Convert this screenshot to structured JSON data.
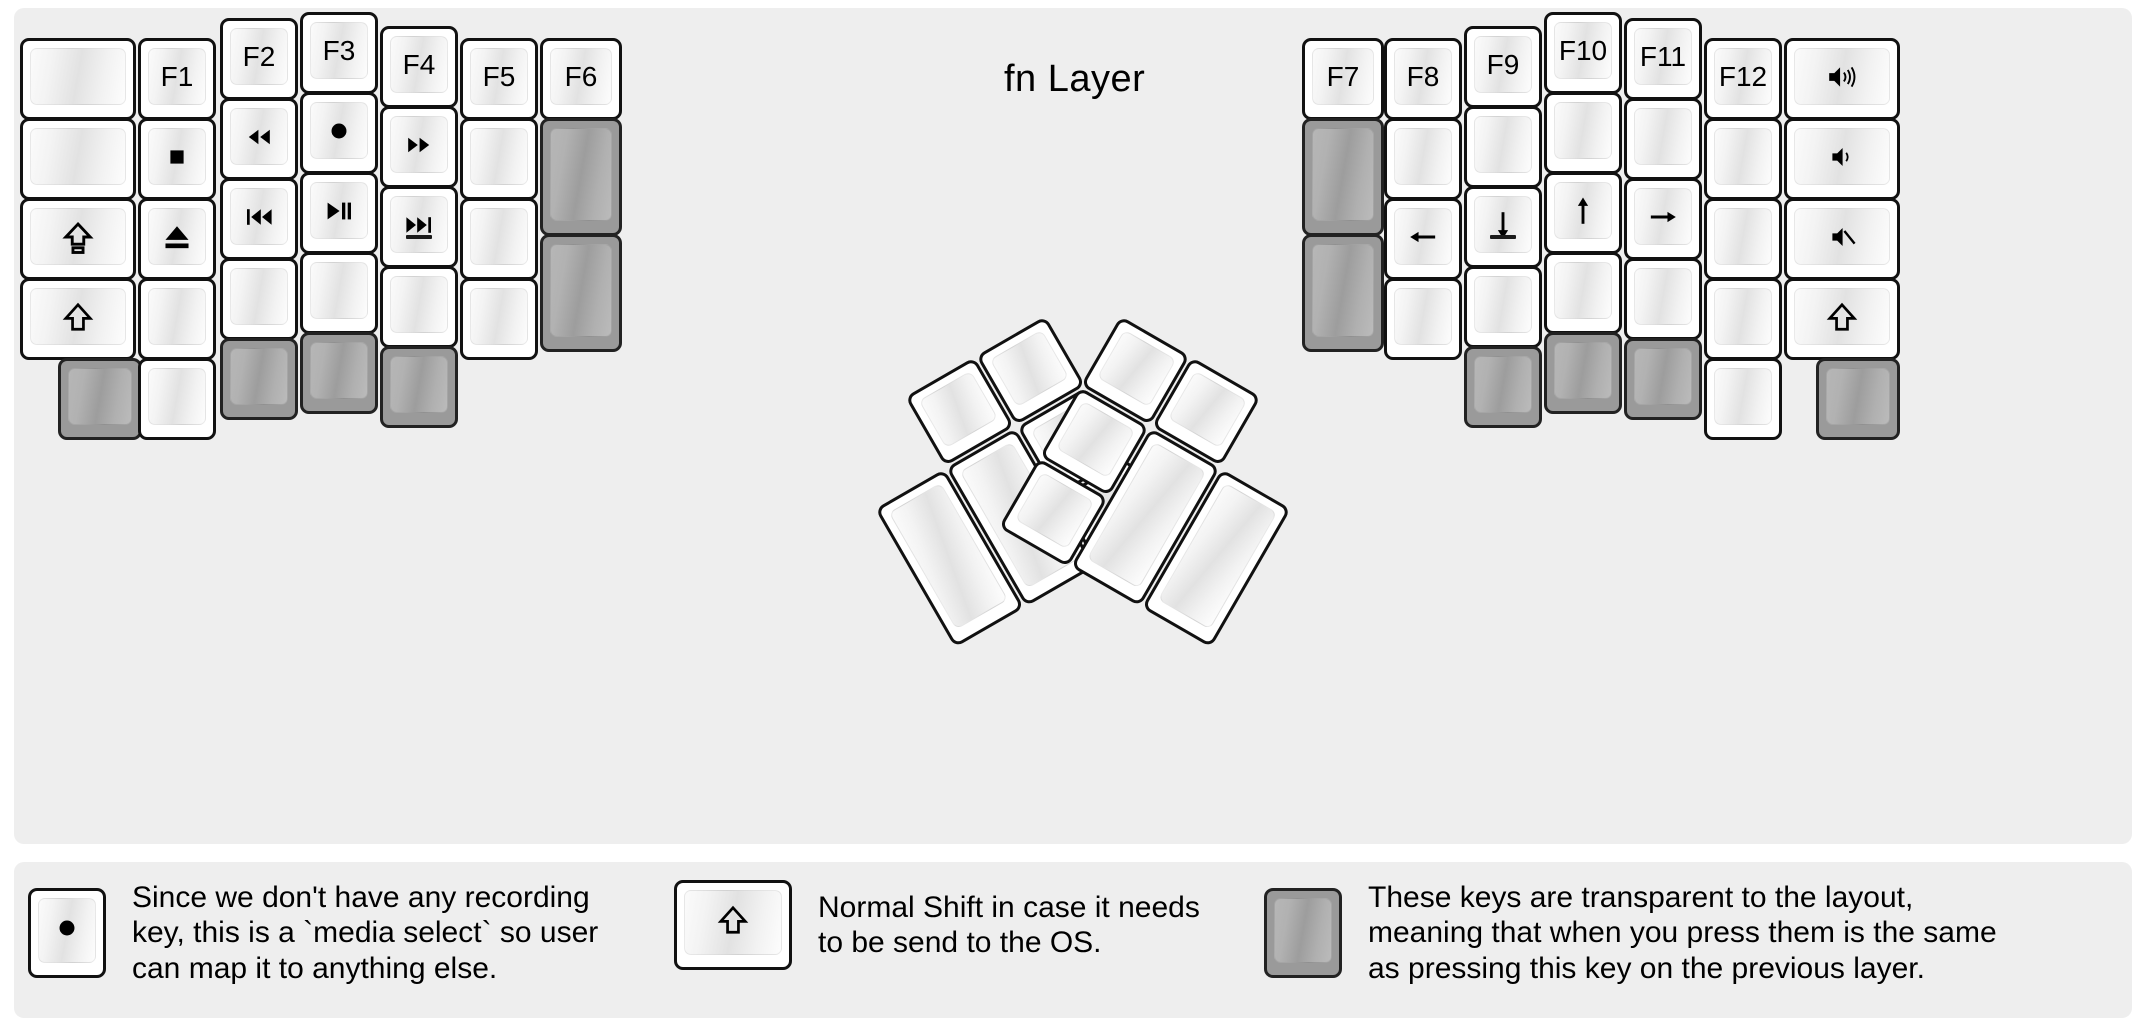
{
  "title": "fn Layer",
  "colors": {
    "background": "#eeeeee",
    "key_face": "#ffffff",
    "key_border": "#111111",
    "transparent_key": "#9a9a9a",
    "glyph": "#000000"
  },
  "left_half": {
    "columns": [
      {
        "name": "pinky-outer",
        "keys": [
          {
            "label": "",
            "icon": "",
            "type": "normal",
            "w": 116,
            "h": 82
          },
          {
            "label": "",
            "icon": "",
            "type": "normal",
            "w": 116,
            "h": 82
          },
          {
            "label": "",
            "icon": "caps-lock-icon",
            "type": "normal",
            "w": 116,
            "h": 82
          },
          {
            "label": "",
            "icon": "shift-icon",
            "type": "normal",
            "w": 116,
            "h": 82
          },
          {
            "label": "",
            "icon": "",
            "type": "transparent",
            "w": 84,
            "h": 82
          }
        ]
      },
      {
        "name": "pinky-inner",
        "keys": [
          {
            "label": "F1",
            "icon": "",
            "type": "normal",
            "w": 78,
            "h": 82
          },
          {
            "label": "",
            "icon": "stop-icon",
            "type": "normal",
            "w": 78,
            "h": 82
          },
          {
            "label": "",
            "icon": "eject-icon",
            "type": "normal",
            "w": 78,
            "h": 82
          },
          {
            "label": "",
            "icon": "",
            "type": "normal",
            "w": 78,
            "h": 82
          },
          {
            "label": "",
            "icon": "",
            "type": "normal",
            "w": 78,
            "h": 82
          }
        ]
      },
      {
        "name": "ring-f2",
        "keys": [
          {
            "label": "F2",
            "icon": "",
            "type": "normal",
            "w": 78,
            "h": 82
          },
          {
            "label": "",
            "icon": "rewind-icon",
            "type": "normal",
            "w": 78,
            "h": 82
          },
          {
            "label": "",
            "icon": "prev-track-icon",
            "type": "normal",
            "w": 78,
            "h": 82
          },
          {
            "label": "",
            "icon": "",
            "type": "normal",
            "w": 78,
            "h": 82
          },
          {
            "label": "",
            "icon": "",
            "type": "transparent",
            "w": 78,
            "h": 82
          }
        ]
      },
      {
        "name": "middle-f3",
        "keys": [
          {
            "label": "F3",
            "icon": "",
            "type": "normal",
            "w": 78,
            "h": 82
          },
          {
            "label": "",
            "icon": "record-icon",
            "type": "normal",
            "w": 78,
            "h": 82
          },
          {
            "label": "",
            "icon": "play-pause-icon",
            "type": "normal",
            "w": 78,
            "h": 82
          },
          {
            "label": "",
            "icon": "",
            "type": "normal",
            "w": 78,
            "h": 82
          },
          {
            "label": "",
            "icon": "",
            "type": "transparent",
            "w": 78,
            "h": 82
          }
        ]
      },
      {
        "name": "index-f4",
        "keys": [
          {
            "label": "F4",
            "icon": "",
            "type": "normal",
            "w": 78,
            "h": 82
          },
          {
            "label": "",
            "icon": "fast-forward-icon",
            "type": "normal",
            "w": 78,
            "h": 82
          },
          {
            "label": "",
            "icon": "next-track-icon",
            "type": "normal",
            "w": 78,
            "h": 82,
            "homing": true
          },
          {
            "label": "",
            "icon": "",
            "type": "normal",
            "w": 78,
            "h": 82
          },
          {
            "label": "",
            "icon": "",
            "type": "transparent",
            "w": 78,
            "h": 82
          }
        ]
      },
      {
        "name": "index-inner-f5",
        "keys": [
          {
            "label": "F5",
            "icon": "",
            "type": "normal",
            "w": 78,
            "h": 82
          },
          {
            "label": "",
            "icon": "",
            "type": "normal",
            "w": 78,
            "h": 82
          },
          {
            "label": "",
            "icon": "",
            "type": "normal",
            "w": 78,
            "h": 82
          },
          {
            "label": "",
            "icon": "",
            "type": "normal",
            "w": 78,
            "h": 82
          }
        ]
      },
      {
        "name": "index-extra-f6",
        "keys": [
          {
            "label": "F6",
            "icon": "",
            "type": "normal",
            "w": 82,
            "h": 82
          },
          {
            "label": "",
            "icon": "",
            "type": "transparent",
            "w": 82,
            "h": 118
          },
          {
            "label": "",
            "icon": "",
            "type": "transparent",
            "w": 82,
            "h": 118
          }
        ]
      }
    ],
    "thumb_cluster": {
      "rotation_deg": -30,
      "keys": [
        {
          "name": "thumb-big-outer",
          "icon": "",
          "type": "normal",
          "w": 80,
          "h": 160
        },
        {
          "name": "thumb-big-inner",
          "icon": "",
          "type": "normal",
          "w": 80,
          "h": 160
        },
        {
          "name": "thumb-top",
          "icon": "",
          "type": "normal",
          "w": 80,
          "h": 80
        },
        {
          "name": "thumb-upper",
          "icon": "",
          "type": "normal",
          "w": 80,
          "h": 80
        },
        {
          "name": "thumb-mid",
          "icon": "",
          "type": "normal",
          "w": 80,
          "h": 80
        },
        {
          "name": "thumb-lower",
          "icon": "",
          "type": "normal",
          "w": 80,
          "h": 80
        }
      ]
    }
  },
  "right_half": {
    "columns": [
      {
        "name": "index-extra-f7",
        "keys": [
          {
            "label": "F7",
            "icon": "",
            "type": "normal",
            "w": 82,
            "h": 82
          },
          {
            "label": "",
            "icon": "",
            "type": "transparent",
            "w": 82,
            "h": 118
          },
          {
            "label": "",
            "icon": "",
            "type": "transparent",
            "w": 82,
            "h": 118
          }
        ]
      },
      {
        "name": "index-inner-f8",
        "keys": [
          {
            "label": "F8",
            "icon": "",
            "type": "normal",
            "w": 78,
            "h": 82
          },
          {
            "label": "",
            "icon": "",
            "type": "normal",
            "w": 78,
            "h": 82
          },
          {
            "label": "",
            "icon": "arrow-left-icon",
            "type": "normal",
            "w": 78,
            "h": 82
          },
          {
            "label": "",
            "icon": "",
            "type": "normal",
            "w": 78,
            "h": 82
          }
        ]
      },
      {
        "name": "index-f9",
        "keys": [
          {
            "label": "F9",
            "icon": "",
            "type": "normal",
            "w": 78,
            "h": 82
          },
          {
            "label": "",
            "icon": "",
            "type": "normal",
            "w": 78,
            "h": 82
          },
          {
            "label": "",
            "icon": "arrow-down-icon",
            "type": "normal",
            "w": 78,
            "h": 82,
            "homing": true
          },
          {
            "label": "",
            "icon": "",
            "type": "normal",
            "w": 78,
            "h": 82
          },
          {
            "label": "",
            "icon": "",
            "type": "transparent",
            "w": 78,
            "h": 82
          }
        ]
      },
      {
        "name": "middle-f10",
        "keys": [
          {
            "label": "F10",
            "icon": "",
            "type": "normal",
            "w": 78,
            "h": 82
          },
          {
            "label": "",
            "icon": "",
            "type": "normal",
            "w": 78,
            "h": 82
          },
          {
            "label": "",
            "icon": "arrow-up-icon",
            "type": "normal",
            "w": 78,
            "h": 82
          },
          {
            "label": "",
            "icon": "",
            "type": "normal",
            "w": 78,
            "h": 82
          },
          {
            "label": "",
            "icon": "",
            "type": "transparent",
            "w": 78,
            "h": 82
          }
        ]
      },
      {
        "name": "ring-f11",
        "keys": [
          {
            "label": "F11",
            "icon": "",
            "type": "normal",
            "w": 78,
            "h": 82
          },
          {
            "label": "",
            "icon": "",
            "type": "normal",
            "w": 78,
            "h": 82
          },
          {
            "label": "",
            "icon": "arrow-right-icon",
            "type": "normal",
            "w": 78,
            "h": 82
          },
          {
            "label": "",
            "icon": "",
            "type": "normal",
            "w": 78,
            "h": 82
          },
          {
            "label": "",
            "icon": "",
            "type": "transparent",
            "w": 78,
            "h": 82
          }
        ]
      },
      {
        "name": "pinky-inner-f12",
        "keys": [
          {
            "label": "F12",
            "icon": "",
            "type": "normal",
            "w": 78,
            "h": 82
          },
          {
            "label": "",
            "icon": "",
            "type": "normal",
            "w": 78,
            "h": 82
          },
          {
            "label": "",
            "icon": "",
            "type": "normal",
            "w": 78,
            "h": 82
          },
          {
            "label": "",
            "icon": "",
            "type": "normal",
            "w": 78,
            "h": 82
          },
          {
            "label": "",
            "icon": "",
            "type": "normal",
            "w": 78,
            "h": 82
          }
        ]
      },
      {
        "name": "pinky-outer-media",
        "keys": [
          {
            "label": "",
            "icon": "volume-up-icon",
            "type": "normal",
            "w": 116,
            "h": 82
          },
          {
            "label": "",
            "icon": "volume-down-icon",
            "type": "normal",
            "w": 116,
            "h": 82
          },
          {
            "label": "",
            "icon": "mute-icon",
            "type": "normal",
            "w": 116,
            "h": 82
          },
          {
            "label": "",
            "icon": "shift-icon",
            "type": "normal",
            "w": 116,
            "h": 82
          },
          {
            "label": "",
            "icon": "",
            "type": "transparent",
            "w": 84,
            "h": 82
          }
        ]
      }
    ],
    "thumb_cluster": {
      "rotation_deg": 30,
      "keys": [
        {
          "name": "thumb-big-outer",
          "icon": "",
          "type": "normal",
          "w": 80,
          "h": 160
        },
        {
          "name": "thumb-big-inner",
          "icon": "",
          "type": "normal",
          "w": 80,
          "h": 160
        },
        {
          "name": "thumb-top",
          "icon": "",
          "type": "normal",
          "w": 80,
          "h": 80
        },
        {
          "name": "thumb-upper",
          "icon": "",
          "type": "normal",
          "w": 80,
          "h": 80
        },
        {
          "name": "thumb-mid",
          "icon": "",
          "type": "normal",
          "w": 80,
          "h": 80
        },
        {
          "name": "thumb-lower",
          "icon": "",
          "type": "normal",
          "w": 80,
          "h": 80
        }
      ]
    }
  },
  "legend": [
    {
      "icon": "record-icon",
      "key_type": "normal",
      "text": "Since we don't have any recording\nkey, this is a `media select` so user\ncan map it to anything else."
    },
    {
      "icon": "shift-icon",
      "key_type": "normal",
      "text": "Normal Shift in case it needs\nto be send to the OS."
    },
    {
      "icon": "",
      "key_type": "transparent",
      "text": "These keys are transparent to the layout,\nmeaning that when you press them is the same\nas pressing this key on the previous layer."
    }
  ]
}
